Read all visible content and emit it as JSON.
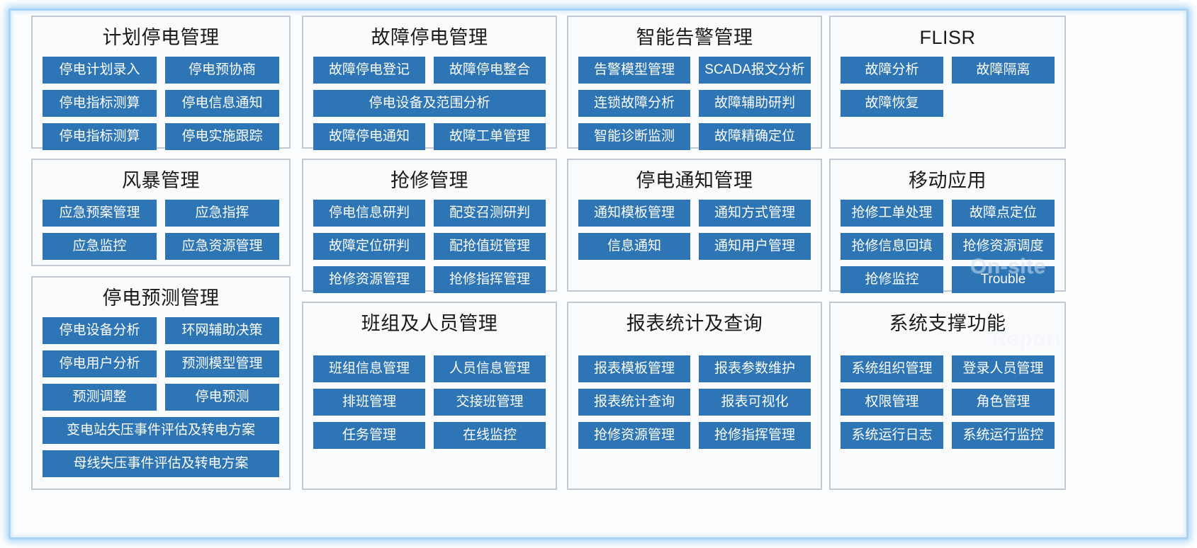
{
  "diagram": {
    "title_present": false,
    "accent_button_color": "#2e75b6",
    "panel_border_color": "#c3c9d4",
    "frame_glow_color": "#a9d2f7"
  },
  "watermarks": [
    {
      "id": "on-site",
      "text": "On-site"
    },
    {
      "id": "report",
      "text": "Report"
    }
  ],
  "panels": [
    {
      "id": "planned-outage",
      "title": "计划停电管理",
      "rows": [
        [
          "停电计划录入",
          "停电预协商"
        ],
        [
          "停电指标测算",
          "停电信息通知"
        ],
        [
          "停电指标测算",
          "停电实施跟踪"
        ]
      ]
    },
    {
      "id": "fault-outage",
      "title": "故障停电管理",
      "rows": [
        [
          "故障停电登记",
          "故障停电整合"
        ],
        [
          "停电设备及范围分析"
        ],
        [
          "故障停电通知",
          "故障工单管理"
        ]
      ]
    },
    {
      "id": "smart-alarm",
      "title": "智能告警管理",
      "rows": [
        [
          "告警模型管理",
          "SCADA报文分析"
        ],
        [
          "连锁故障分析",
          "故障辅助研判"
        ],
        [
          "智能诊断监测",
          "故障精确定位"
        ]
      ]
    },
    {
      "id": "flisr",
      "title": "FLISR",
      "rows": [
        [
          "故障分析",
          "故障隔离"
        ],
        [
          "故障恢复",
          ""
        ]
      ]
    },
    {
      "id": "storm",
      "title": "风暴管理",
      "rows": [
        [
          "应急预案管理",
          "应急指挥"
        ],
        [
          "应急监控",
          "应急资源管理"
        ]
      ]
    },
    {
      "id": "emergency-repair",
      "title": "抢修管理",
      "rows": [
        [
          "停电信息研判",
          "配变召测研判"
        ],
        [
          "故障定位研判",
          "配抢值班管理"
        ],
        [
          "抢修资源管理",
          "抢修指挥管理"
        ]
      ]
    },
    {
      "id": "outage-notice",
      "title": "停电通知管理",
      "rows": [
        [
          "通知模板管理",
          "通知方式管理"
        ],
        [
          "信息通知",
          "通知用户管理"
        ]
      ]
    },
    {
      "id": "mobile-app",
      "title": "移动应用",
      "rows": [
        [
          "抢修工单处理",
          "故障点定位"
        ],
        [
          "抢修信息回填",
          "抢修资源调度"
        ],
        [
          "抢修监控",
          "Trouble"
        ]
      ]
    },
    {
      "id": "outage-forecast",
      "title": "停电预测管理",
      "rows": [
        [
          "停电设备分析",
          "环网辅助决策"
        ],
        [
          "停电用户分析",
          "预测模型管理"
        ],
        [
          "预测调整",
          "停电预测"
        ],
        [
          "变电站失压事件评估及转电方案"
        ],
        [
          "母线失压事件评估及转电方案"
        ]
      ]
    },
    {
      "id": "team-personnel",
      "title": "班组及人员管理",
      "rows": [
        [
          "班组信息管理",
          "人员信息管理"
        ],
        [
          "排班管理",
          "交接班管理"
        ],
        [
          "任务管理",
          "在线监控"
        ]
      ]
    },
    {
      "id": "report-query",
      "title": "报表统计及查询",
      "rows": [
        [
          "报表模板管理",
          "报表参数维护"
        ],
        [
          "报表统计查询",
          "报表可视化"
        ],
        [
          "抢修资源管理",
          "抢修指挥管理"
        ]
      ]
    },
    {
      "id": "system-support",
      "title": "系统支撑功能",
      "rows": [
        [
          "系统组织管理",
          "登录人员管理"
        ],
        [
          "权限管理",
          "角色管理"
        ],
        [
          "系统运行日志",
          "系统运行监控"
        ]
      ]
    }
  ]
}
